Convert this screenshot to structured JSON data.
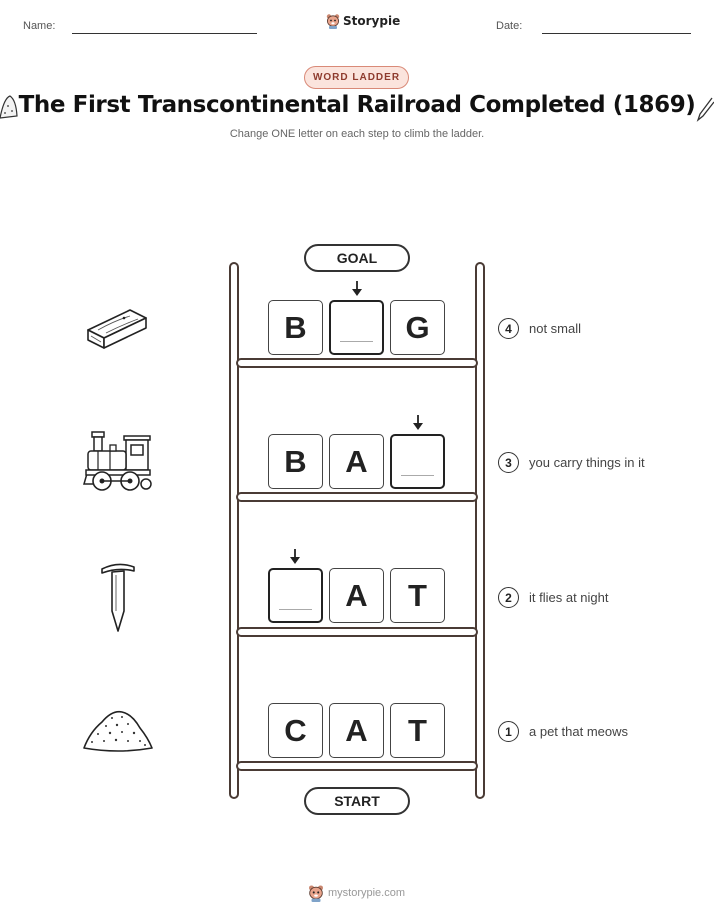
{
  "header": {
    "name_label": "Name:",
    "date_label": "Date:",
    "brand": "Storypie"
  },
  "badge": "WORD LADDER",
  "title": "The First Transcontinental Railroad Completed (1869)",
  "subtitle": "Change ONE letter on each step to climb the ladder.",
  "ladder": {
    "goal_label": "GOAL",
    "start_label": "START",
    "steps": [
      {
        "number": "4",
        "clue": "not small",
        "letters": [
          "B",
          "",
          "G"
        ],
        "picture": "wooden-railroad-tie-icon"
      },
      {
        "number": "3",
        "clue": "you carry things in it",
        "letters": [
          "B",
          "A",
          ""
        ],
        "picture": "steam-locomotive-icon"
      },
      {
        "number": "2",
        "clue": "it flies at night",
        "letters": [
          "",
          "A",
          "T"
        ],
        "picture": "railroad-spike-icon"
      },
      {
        "number": "1",
        "clue": "a pet that meows",
        "letters": [
          "C",
          "A",
          "T"
        ],
        "picture": "gravel-pile-icon"
      }
    ]
  },
  "footer": "mystorypie.com",
  "colors": {
    "badge_bg": "#fbe4dd",
    "badge_border": "#d98a78",
    "rail": "#4a3b35"
  }
}
